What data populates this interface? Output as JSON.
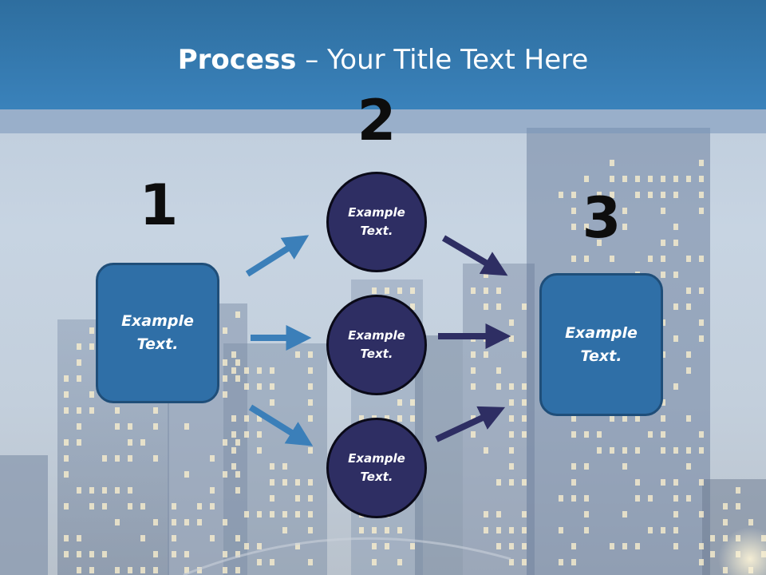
{
  "title": {
    "bold": "Process",
    "rest": " – Your Title Text Here"
  },
  "steps": {
    "one": "1",
    "two": "2",
    "three": "3"
  },
  "left_box": {
    "text": "Example Text."
  },
  "right_box": {
    "text": "Example Text."
  },
  "circles": [
    {
      "text": "Example Text."
    },
    {
      "text": "Example Text."
    },
    {
      "text": "Example Text."
    }
  ],
  "colors": {
    "header": "#3a82bb",
    "box_fill": "#2f6fa7",
    "circle_fill": "#2e2e63",
    "arrow_blue": "#3b7fb9",
    "arrow_navy": "#2e2e63"
  }
}
